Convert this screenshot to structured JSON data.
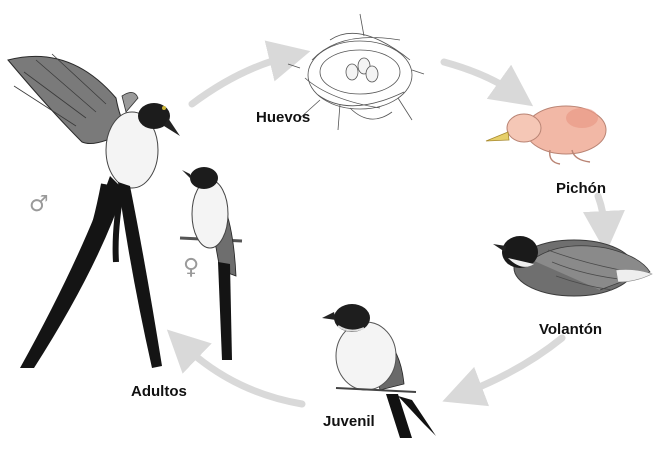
{
  "stages": {
    "eggs": "Huevos",
    "nestling": "Pichón",
    "fledgling": "Volantón",
    "juvenile": "Juvenil",
    "adults": "Adultos"
  },
  "symbols": {
    "male": "♂",
    "female": "♀"
  },
  "colors": {
    "arrow": "#d9d9d9",
    "wing_gray": "#7a7a7a",
    "black": "#161616",
    "chick_pink": "#f2b8a6"
  }
}
